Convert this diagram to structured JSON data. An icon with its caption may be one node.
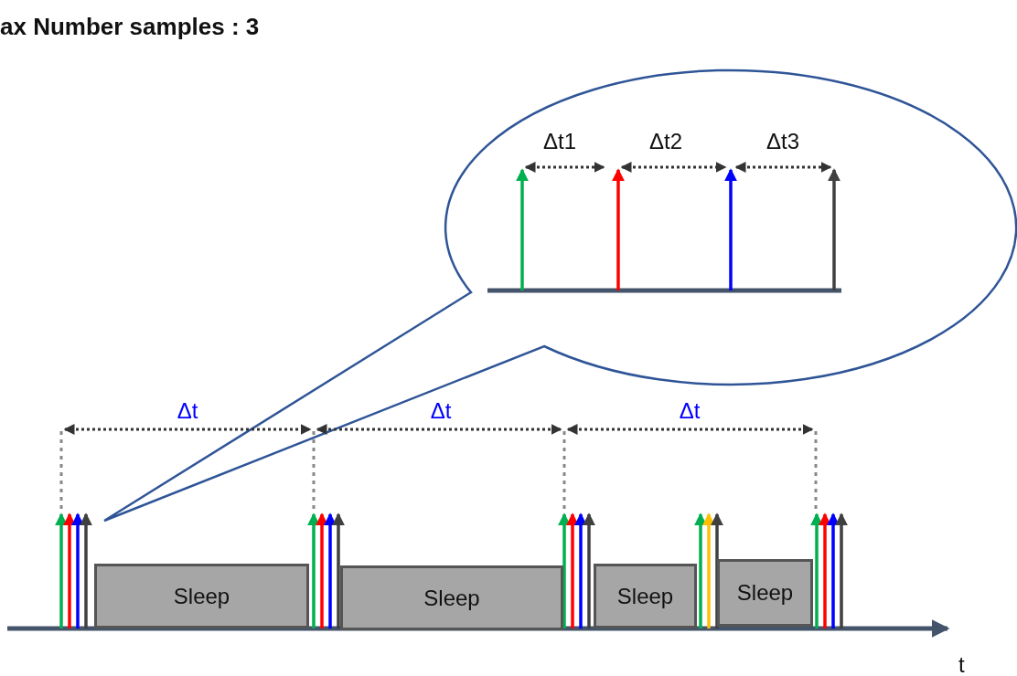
{
  "diagram": {
    "title": "ax Number samples : 3",
    "nodes": [
      {
        "text": [],
        "shape": "callout"
      },
      {
        "text": [
          "Sleep"
        ]
      },
      {
        "text": [
          "Sleep"
        ]
      },
      {
        "text": [
          "Sleep"
        ]
      },
      {
        "text": [
          "Sleep"
        ]
      }
    ],
    "labels": [
      "Δt1",
      "Δt2",
      "Δt3",
      "Δt",
      "Δt",
      "Δt",
      "t"
    ]
  }
}
